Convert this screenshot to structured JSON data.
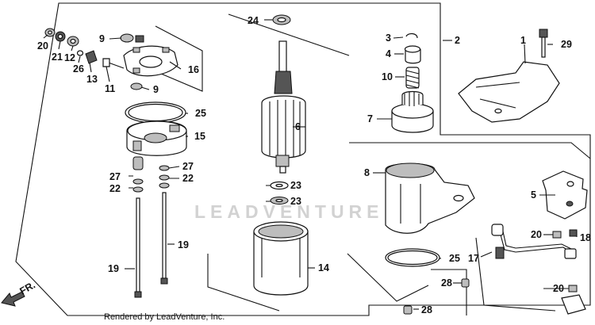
{
  "footer": "Rendered by LeadVenture, Inc.",
  "watermark": "LEADVENTURE",
  "direction_label": "FR.",
  "callouts": {
    "p1": "1",
    "p2": "2",
    "p3": "3",
    "p4": "4",
    "p5": "5",
    "p6": "6",
    "p7": "7",
    "p8": "8",
    "p9a": "9",
    "p9b": "9",
    "p10": "10",
    "p11": "11",
    "p12": "12",
    "p13": "13",
    "p14": "14",
    "p15": "15",
    "p16": "16",
    "p17": "17",
    "p18": "18",
    "p19a": "19",
    "p19b": "19",
    "p20a": "20",
    "p20b": "20",
    "p20c": "20",
    "p21": "21",
    "p22a": "22",
    "p22b": "22",
    "p23a": "23",
    "p23b": "23",
    "p24": "24",
    "p25a": "25",
    "p25b": "25",
    "p26": "26",
    "p27a": "27",
    "p27b": "27",
    "p28a": "28",
    "p28b": "28",
    "p29": "29"
  }
}
